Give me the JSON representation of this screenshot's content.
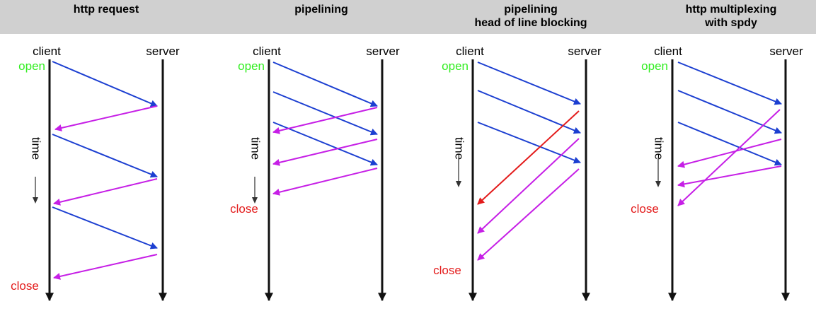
{
  "colors": {
    "header_bg": "#d0d0d0",
    "lifeline": "#111111",
    "request": "#1c3fd1",
    "response": "#c61fe6",
    "blocked": "#e31b1b",
    "open": "#33ee22",
    "close": "#e31b1b",
    "text": "#000000"
  },
  "panels": [
    {
      "title": "http request",
      "client_label": "client",
      "server_label": "server",
      "open_label": "open",
      "close_label": "close",
      "time_label": "time",
      "messages": [
        {
          "kind": "request"
        },
        {
          "kind": "response"
        },
        {
          "kind": "request"
        },
        {
          "kind": "response"
        },
        {
          "kind": "request"
        },
        {
          "kind": "response"
        }
      ]
    },
    {
      "title": "pipelining",
      "client_label": "client",
      "server_label": "server",
      "open_label": "open",
      "close_label": "close",
      "time_label": "time",
      "messages": [
        {
          "kind": "request"
        },
        {
          "kind": "request"
        },
        {
          "kind": "request"
        },
        {
          "kind": "response"
        },
        {
          "kind": "response"
        },
        {
          "kind": "response"
        }
      ]
    },
    {
      "title": "pipelining\nhead of line blocking",
      "client_label": "client",
      "server_label": "server",
      "open_label": "open",
      "close_label": "close",
      "time_label": "time",
      "messages": [
        {
          "kind": "request"
        },
        {
          "kind": "request"
        },
        {
          "kind": "request"
        },
        {
          "kind": "blocked"
        },
        {
          "kind": "response"
        },
        {
          "kind": "response"
        }
      ]
    },
    {
      "title": "http multiplexing\nwith spdy",
      "client_label": "client",
      "server_label": "server",
      "open_label": "open",
      "close_label": "close",
      "time_label": "time",
      "messages": [
        {
          "kind": "request"
        },
        {
          "kind": "request"
        },
        {
          "kind": "request"
        },
        {
          "kind": "response"
        },
        {
          "kind": "response"
        },
        {
          "kind": "response"
        }
      ]
    }
  ]
}
